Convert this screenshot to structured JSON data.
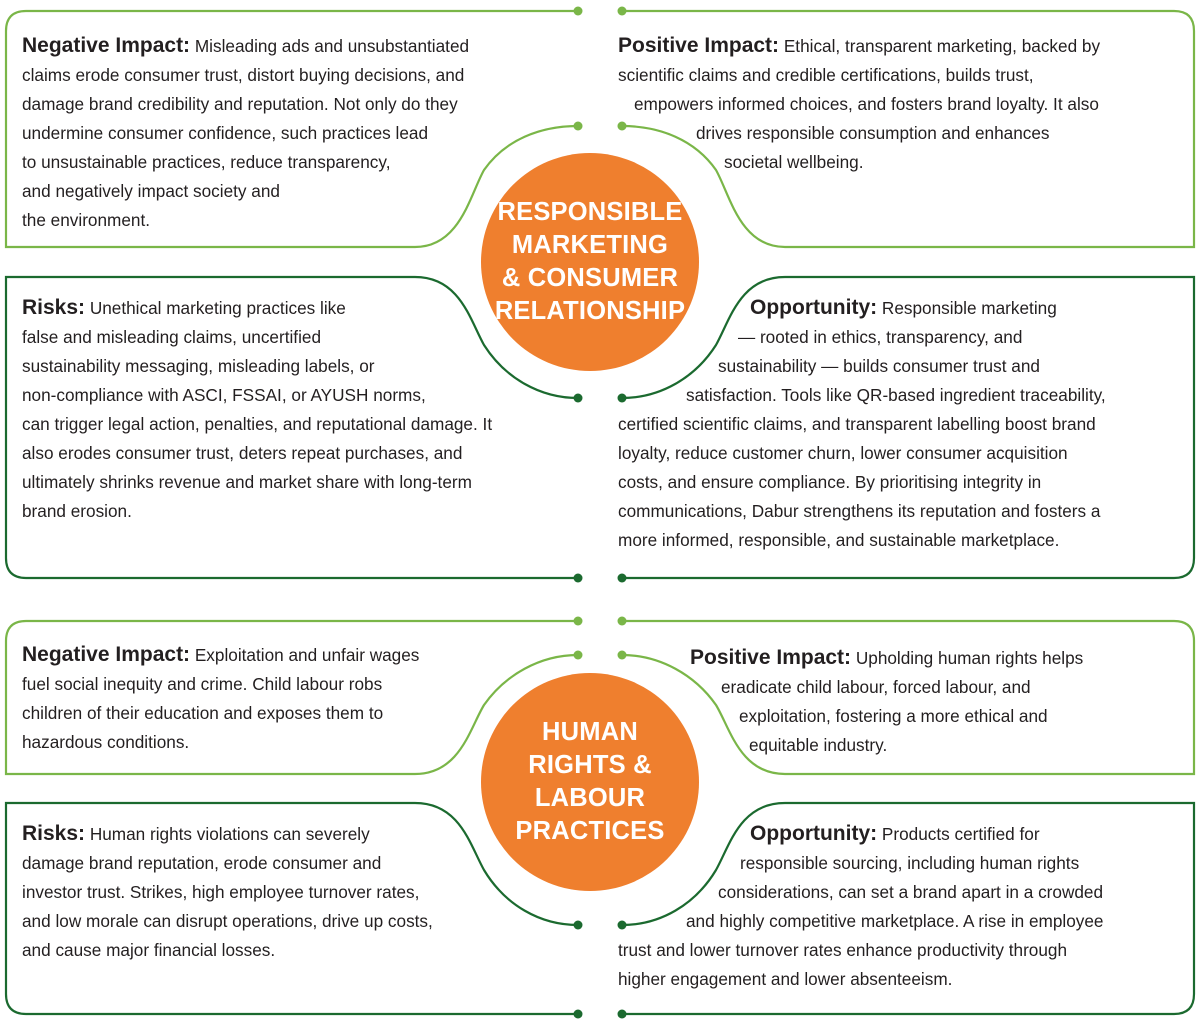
{
  "colors": {
    "light_green": "#7ab648",
    "dark_green": "#1b6a2f",
    "orange": "#ef7f2e",
    "text": "#231f20"
  },
  "sections": [
    {
      "title": "RESPONSIBLE\nMARKETING\n& CONSUMER\nRELATIONSHIP",
      "negative_impact": {
        "heading": "Negative Impact:",
        "lines": [
          "Misleading ads and unsubstantiated",
          "claims erode consumer trust, distort buying decisions, and",
          "damage brand credibility and reputation. Not only do they",
          "undermine consumer confidence, such practices lead",
          "to unsustainable practices, reduce transparency,",
          "and negatively impact society and",
          "the environment."
        ]
      },
      "positive_impact": {
        "heading": "Positive Impact:",
        "lines": [
          "Ethical, transparent marketing, backed by",
          "scientific claims and credible certifications, builds trust,",
          "empowers informed choices, and fosters brand loyalty. It also",
          "drives responsible consumption and enhances",
          "societal wellbeing."
        ]
      },
      "risks": {
        "heading": "Risks:",
        "lines": [
          "Unethical marketing practices like",
          "false and misleading claims, uncertified",
          "sustainability messaging, misleading labels, or",
          "non-compliance with ASCI, FSSAI, or AYUSH norms,",
          "can trigger legal action, penalties, and reputational damage. It",
          "also erodes consumer trust, deters repeat purchases, and",
          "ultimately shrinks revenue and market share with long-term",
          "brand erosion."
        ]
      },
      "opportunity": {
        "heading": "Opportunity:",
        "lines": [
          "Responsible marketing",
          "— rooted in ethics, transparency, and",
          "sustainability — builds consumer trust and",
          "satisfaction. Tools like QR-based ingredient traceability,",
          "certified scientific claims, and transparent labelling boost brand",
          "loyalty, reduce customer churn, lower consumer acquisition",
          "costs, and ensure compliance. By prioritising integrity in",
          "communications, Dabur strengthens its reputation and fosters a",
          "more informed, responsible, and sustainable marketplace."
        ]
      }
    },
    {
      "title": "HUMAN\nRIGHTS &\nLABOUR\nPRACTICES",
      "negative_impact": {
        "heading": "Negative Impact:",
        "lines": [
          "Exploitation and unfair wages",
          "fuel social inequity and crime. Child labour robs",
          "children of their education and exposes them to",
          "hazardous conditions."
        ]
      },
      "positive_impact": {
        "heading": "Positive Impact:",
        "lines": [
          "Upholding human rights helps",
          "eradicate child labour, forced labour, and",
          "exploitation, fostering a more ethical and",
          "equitable industry."
        ]
      },
      "risks": {
        "heading": "Risks:",
        "lines": [
          "Human rights violations can severely",
          "damage brand reputation, erode consumer and",
          "investor trust. Strikes, high employee turnover rates,",
          "and low morale can disrupt operations, drive up costs,",
          "and cause major financial losses."
        ]
      },
      "opportunity": {
        "heading": "Opportunity:",
        "lines": [
          "Products certified for",
          "responsible sourcing, including human rights",
          "considerations, can set a brand apart in a crowded",
          "and highly competitive marketplace. A rise in employee",
          "trust and lower turnover rates enhance productivity through",
          "higher engagement and lower absenteeism."
        ]
      }
    }
  ]
}
